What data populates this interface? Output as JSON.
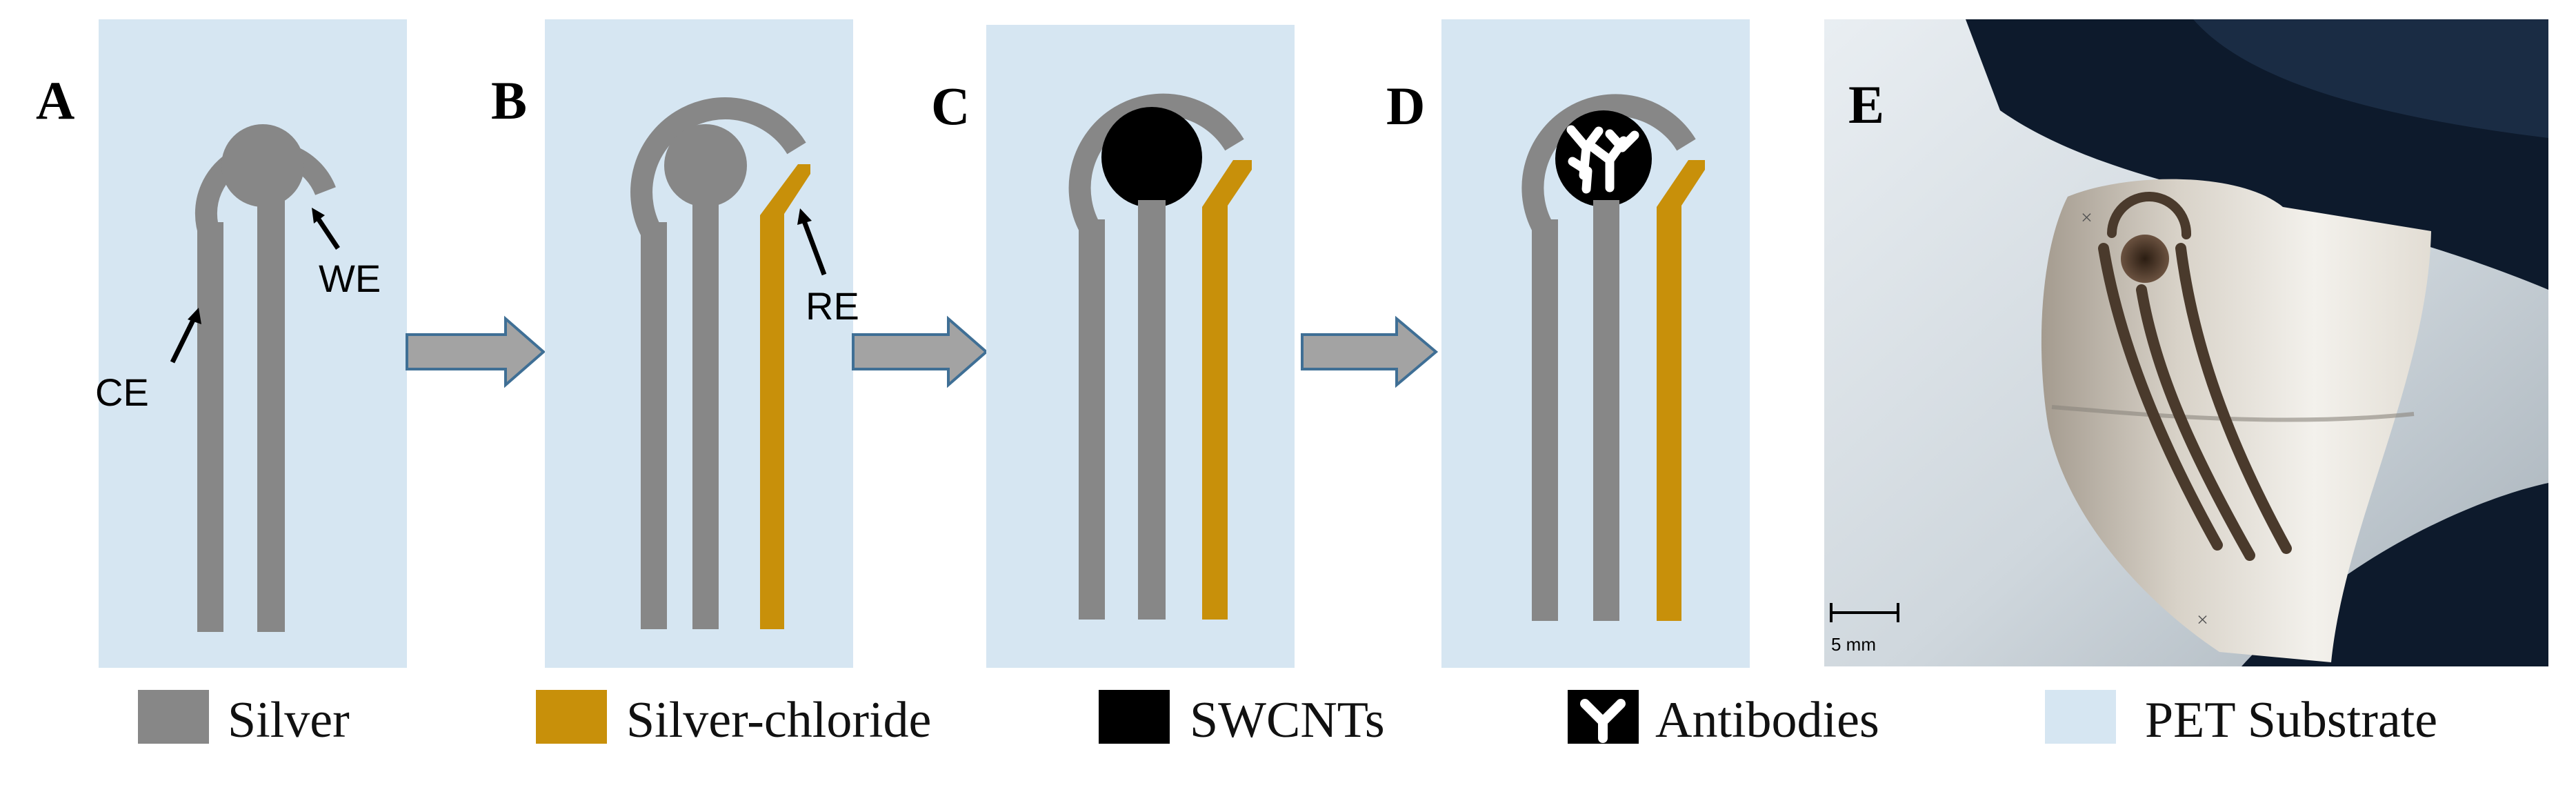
{
  "panels": {
    "a": {
      "letter": "A"
    },
    "b": {
      "letter": "B"
    },
    "c": {
      "letter": "C"
    },
    "d": {
      "letter": "D"
    },
    "e": {
      "letter": "E"
    }
  },
  "electrode_labels": {
    "working": "WE",
    "counter": "CE",
    "reference": "RE"
  },
  "legend": {
    "silver": "Silver",
    "silver_chloride": "Silver-chloride",
    "swcnts": "SWCNTs",
    "antibodies": "Antibodies",
    "pet_substrate": "PET Substrate"
  },
  "photo": {
    "scale_bar": "5 mm"
  },
  "colors": {
    "silver": "#878787",
    "silver_chloride": "#c8900a",
    "swcnts": "#000000",
    "pet_substrate": "#d6e6f2",
    "arrow_fill": "#a3a3a3",
    "arrow_stroke": "#3f6f95"
  }
}
